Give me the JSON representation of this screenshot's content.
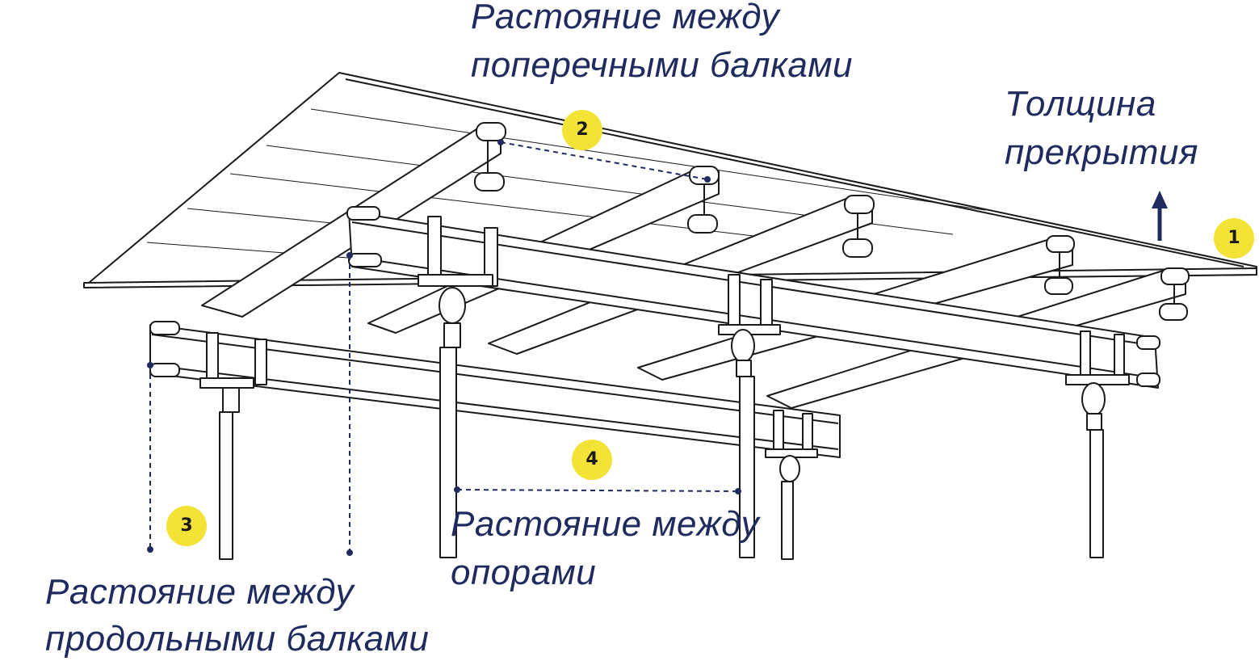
{
  "labels": {
    "transverse_l1": "Растояние между",
    "transverse_l2": "поперечными балками",
    "thickness_l1": "Толщина",
    "thickness_l2": "прекрытия",
    "supports_l1": "Растояние между",
    "supports_l2": "опорами",
    "longitudinal_l1": "Растояние между",
    "longitudinal_l2": "продольными балками"
  },
  "badges": [
    "1",
    "2",
    "3",
    "4"
  ],
  "colors": {
    "accent_text": "#1f2a5e",
    "badge_fill": "#f3e336",
    "line": "#1a1a1a",
    "dim_line": "#1f2a5e"
  }
}
